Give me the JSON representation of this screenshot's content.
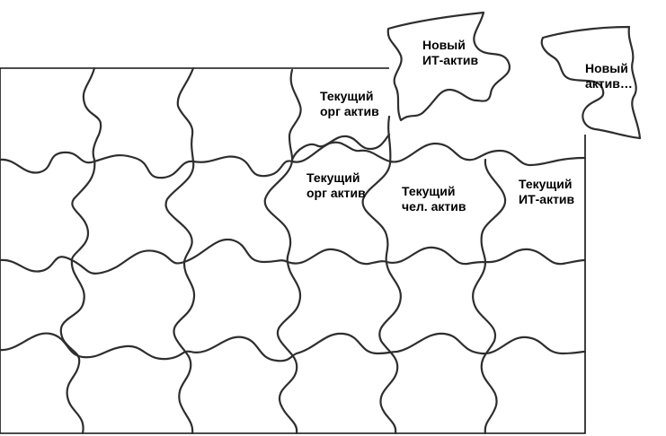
{
  "puzzle": {
    "labels": {
      "new_it": {
        "line1": "Новый",
        "line2": "ИТ-актив"
      },
      "new_asset": {
        "line1": "Новый",
        "line2": "актив…"
      },
      "current_org_top": {
        "line1": "Текущий",
        "line2": "орг актив"
      },
      "current_org_mid": {
        "line1": "Текущий",
        "line2": "орг актив"
      },
      "current_person": {
        "line1": "Текущий",
        "line2": "чел. актив"
      },
      "current_it": {
        "line1": "Текущий",
        "line2": "ИТ-актив"
      }
    },
    "colors": {
      "outline": "#2e2e2e",
      "frame": "#111111",
      "background": "#ffffff"
    }
  }
}
